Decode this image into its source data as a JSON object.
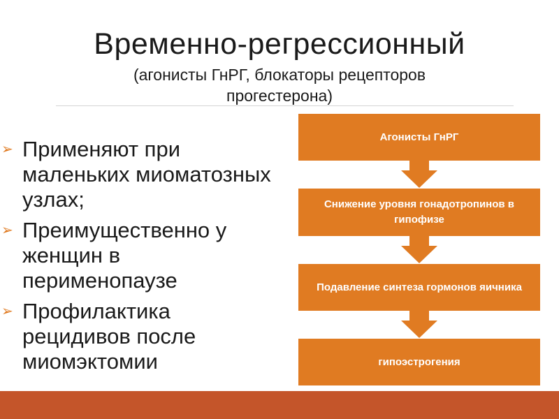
{
  "slide": {
    "title": "Временно-регрессионный",
    "subtitle_line1": "(агонисты ГнРГ, блокаторы рецепторов",
    "subtitle_line2": "прогестерона)"
  },
  "bullets": [
    {
      "marker": "➢",
      "text": " Применяют при маленьких миоматозных узлах;"
    },
    {
      "marker": "➢",
      "text": " Преимущественно у женщин в перименопаузе"
    },
    {
      "marker": "➢",
      "text": "Профилактика рецидивов после миомэктомии"
    }
  ],
  "flow": {
    "boxes": [
      {
        "text": "Агонисты ГнРГ"
      },
      {
        "text": "Снижение уровня гонадотропинов в гипофизе"
      },
      {
        "text": "Подавление синтеза гормонов яичника"
      },
      {
        "text": "гипоэстрогения"
      }
    ]
  },
  "colors": {
    "accent": "#e07b22",
    "footer": "#c4552a",
    "text": "#1a1a1a",
    "box_text": "#ffffff"
  }
}
